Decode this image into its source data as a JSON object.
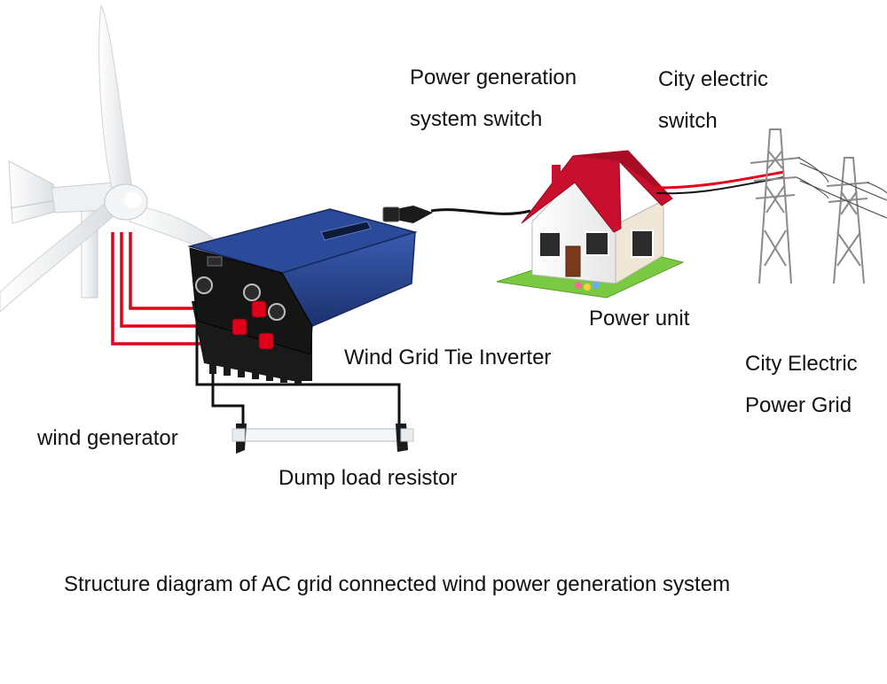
{
  "labels": {
    "power_generation_switch": [
      "Power generation",
      "system switch"
    ],
    "city_electric_switch": [
      "City electric",
      "switch"
    ],
    "power_unit": "Power unit",
    "inverter": "Wind Grid Tie Inverter",
    "city_grid": [
      "City Electric",
      "Power Grid"
    ],
    "wind_generator": "wind generator",
    "dump_load": "Dump load resistor",
    "caption": "Structure diagram of AC grid connected wind power generation system"
  },
  "colors": {
    "ac_wire": "#e0001a",
    "dc_wire": "#111111",
    "inverter_body": "#23408e",
    "roof": "#c8102e",
    "lawn": "#7ac943"
  }
}
